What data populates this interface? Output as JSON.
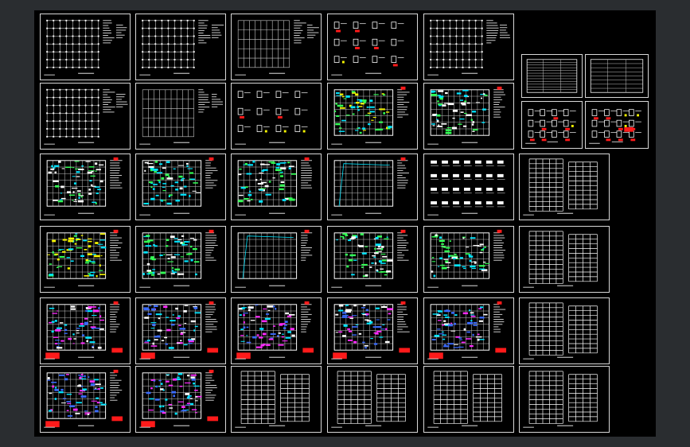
{
  "viewport": {
    "background": "#2a2d30",
    "canvas_background": "#000000",
    "sheet_border": "#d8d8d8"
  },
  "palette": {
    "grid": "#c8c8c8",
    "cyan": "#00e5ff",
    "yellow": "#f5f500",
    "magenta": "#ff2bff",
    "green": "#33ff55",
    "red": "#ff1a1a",
    "white": "#ffffff",
    "blue": "#3a6bff"
  },
  "rows": [
    {
      "sheets": [
        {
          "kind": "column-grid"
        },
        {
          "kind": "column-grid"
        },
        {
          "kind": "column-grid-sparse"
        },
        {
          "kind": "details"
        },
        {
          "kind": "column-grid"
        }
      ]
    },
    {
      "sheets": [
        {
          "kind": "column-grid"
        },
        {
          "kind": "column-grid-sparse"
        },
        {
          "kind": "details"
        },
        {
          "kind": "plan-yellow"
        },
        {
          "kind": "plan-cyan"
        }
      ]
    },
    {
      "sheets": [
        {
          "kind": "plan-cyan"
        },
        {
          "kind": "plan-cyan"
        },
        {
          "kind": "plan-cyan"
        },
        {
          "kind": "plan-outline"
        },
        {
          "kind": "details-list"
        },
        {
          "kind": "elevation"
        }
      ]
    },
    {
      "sheets": [
        {
          "kind": "plan-yellow"
        },
        {
          "kind": "plan-cyan"
        },
        {
          "kind": "plan-outline"
        },
        {
          "kind": "plan-cyan"
        },
        {
          "kind": "plan-cyan"
        },
        {
          "kind": "elevation"
        }
      ]
    },
    {
      "sheets": [
        {
          "kind": "plan-magenta"
        },
        {
          "kind": "plan-magenta"
        },
        {
          "kind": "plan-magenta"
        },
        {
          "kind": "plan-magenta"
        },
        {
          "kind": "plan-magenta"
        },
        {
          "kind": "elevation"
        }
      ]
    },
    {
      "sheets": [
        {
          "kind": "plan-magenta"
        },
        {
          "kind": "plan-magenta"
        },
        {
          "kind": "elevation"
        },
        {
          "kind": "elevation"
        },
        {
          "kind": "elevation"
        },
        {
          "kind": "elevation"
        }
      ]
    }
  ],
  "side_sheets": [
    {
      "kind": "schedule-table"
    },
    {
      "kind": "notes-table"
    },
    {
      "kind": "details-small"
    },
    {
      "kind": "details-small-red"
    }
  ]
}
